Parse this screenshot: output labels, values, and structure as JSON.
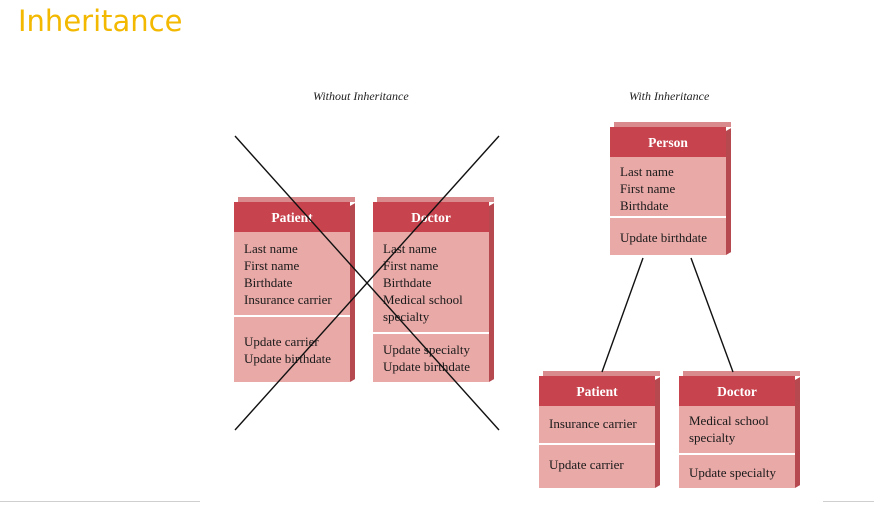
{
  "slide": {
    "title": "Inheritance"
  },
  "captions": {
    "without": "Without Inheritance",
    "with": "With Inheritance"
  },
  "without_inheritance": {
    "patient": {
      "name": "Patient",
      "attributes": [
        "Last name",
        "First name",
        "Birthdate",
        "Insurance carrier"
      ],
      "operations": [
        "Update carrier",
        "Update birthdate"
      ]
    },
    "doctor": {
      "name": "Doctor",
      "attributes": [
        "Last name",
        "First name",
        "Birthdate",
        "Medical school",
        "specialty"
      ],
      "operations": [
        "Update specialty",
        "Update birthdate"
      ]
    }
  },
  "with_inheritance": {
    "person": {
      "name": "Person",
      "attributes": [
        "Last name",
        "First name",
        "Birthdate"
      ],
      "operations": [
        "Update birthdate"
      ]
    },
    "patient": {
      "name": "Patient",
      "attributes": [
        "Insurance carrier"
      ],
      "operations": [
        "Update carrier"
      ]
    },
    "doctor": {
      "name": "Doctor",
      "attributes": [
        "Medical school",
        "specialty"
      ],
      "operations": [
        "Update specialty"
      ]
    }
  },
  "colors": {
    "title": "#f3b800",
    "class_header": "#c7434d",
    "class_body": "#e8a9a7",
    "class_side": "#b6494f"
  }
}
